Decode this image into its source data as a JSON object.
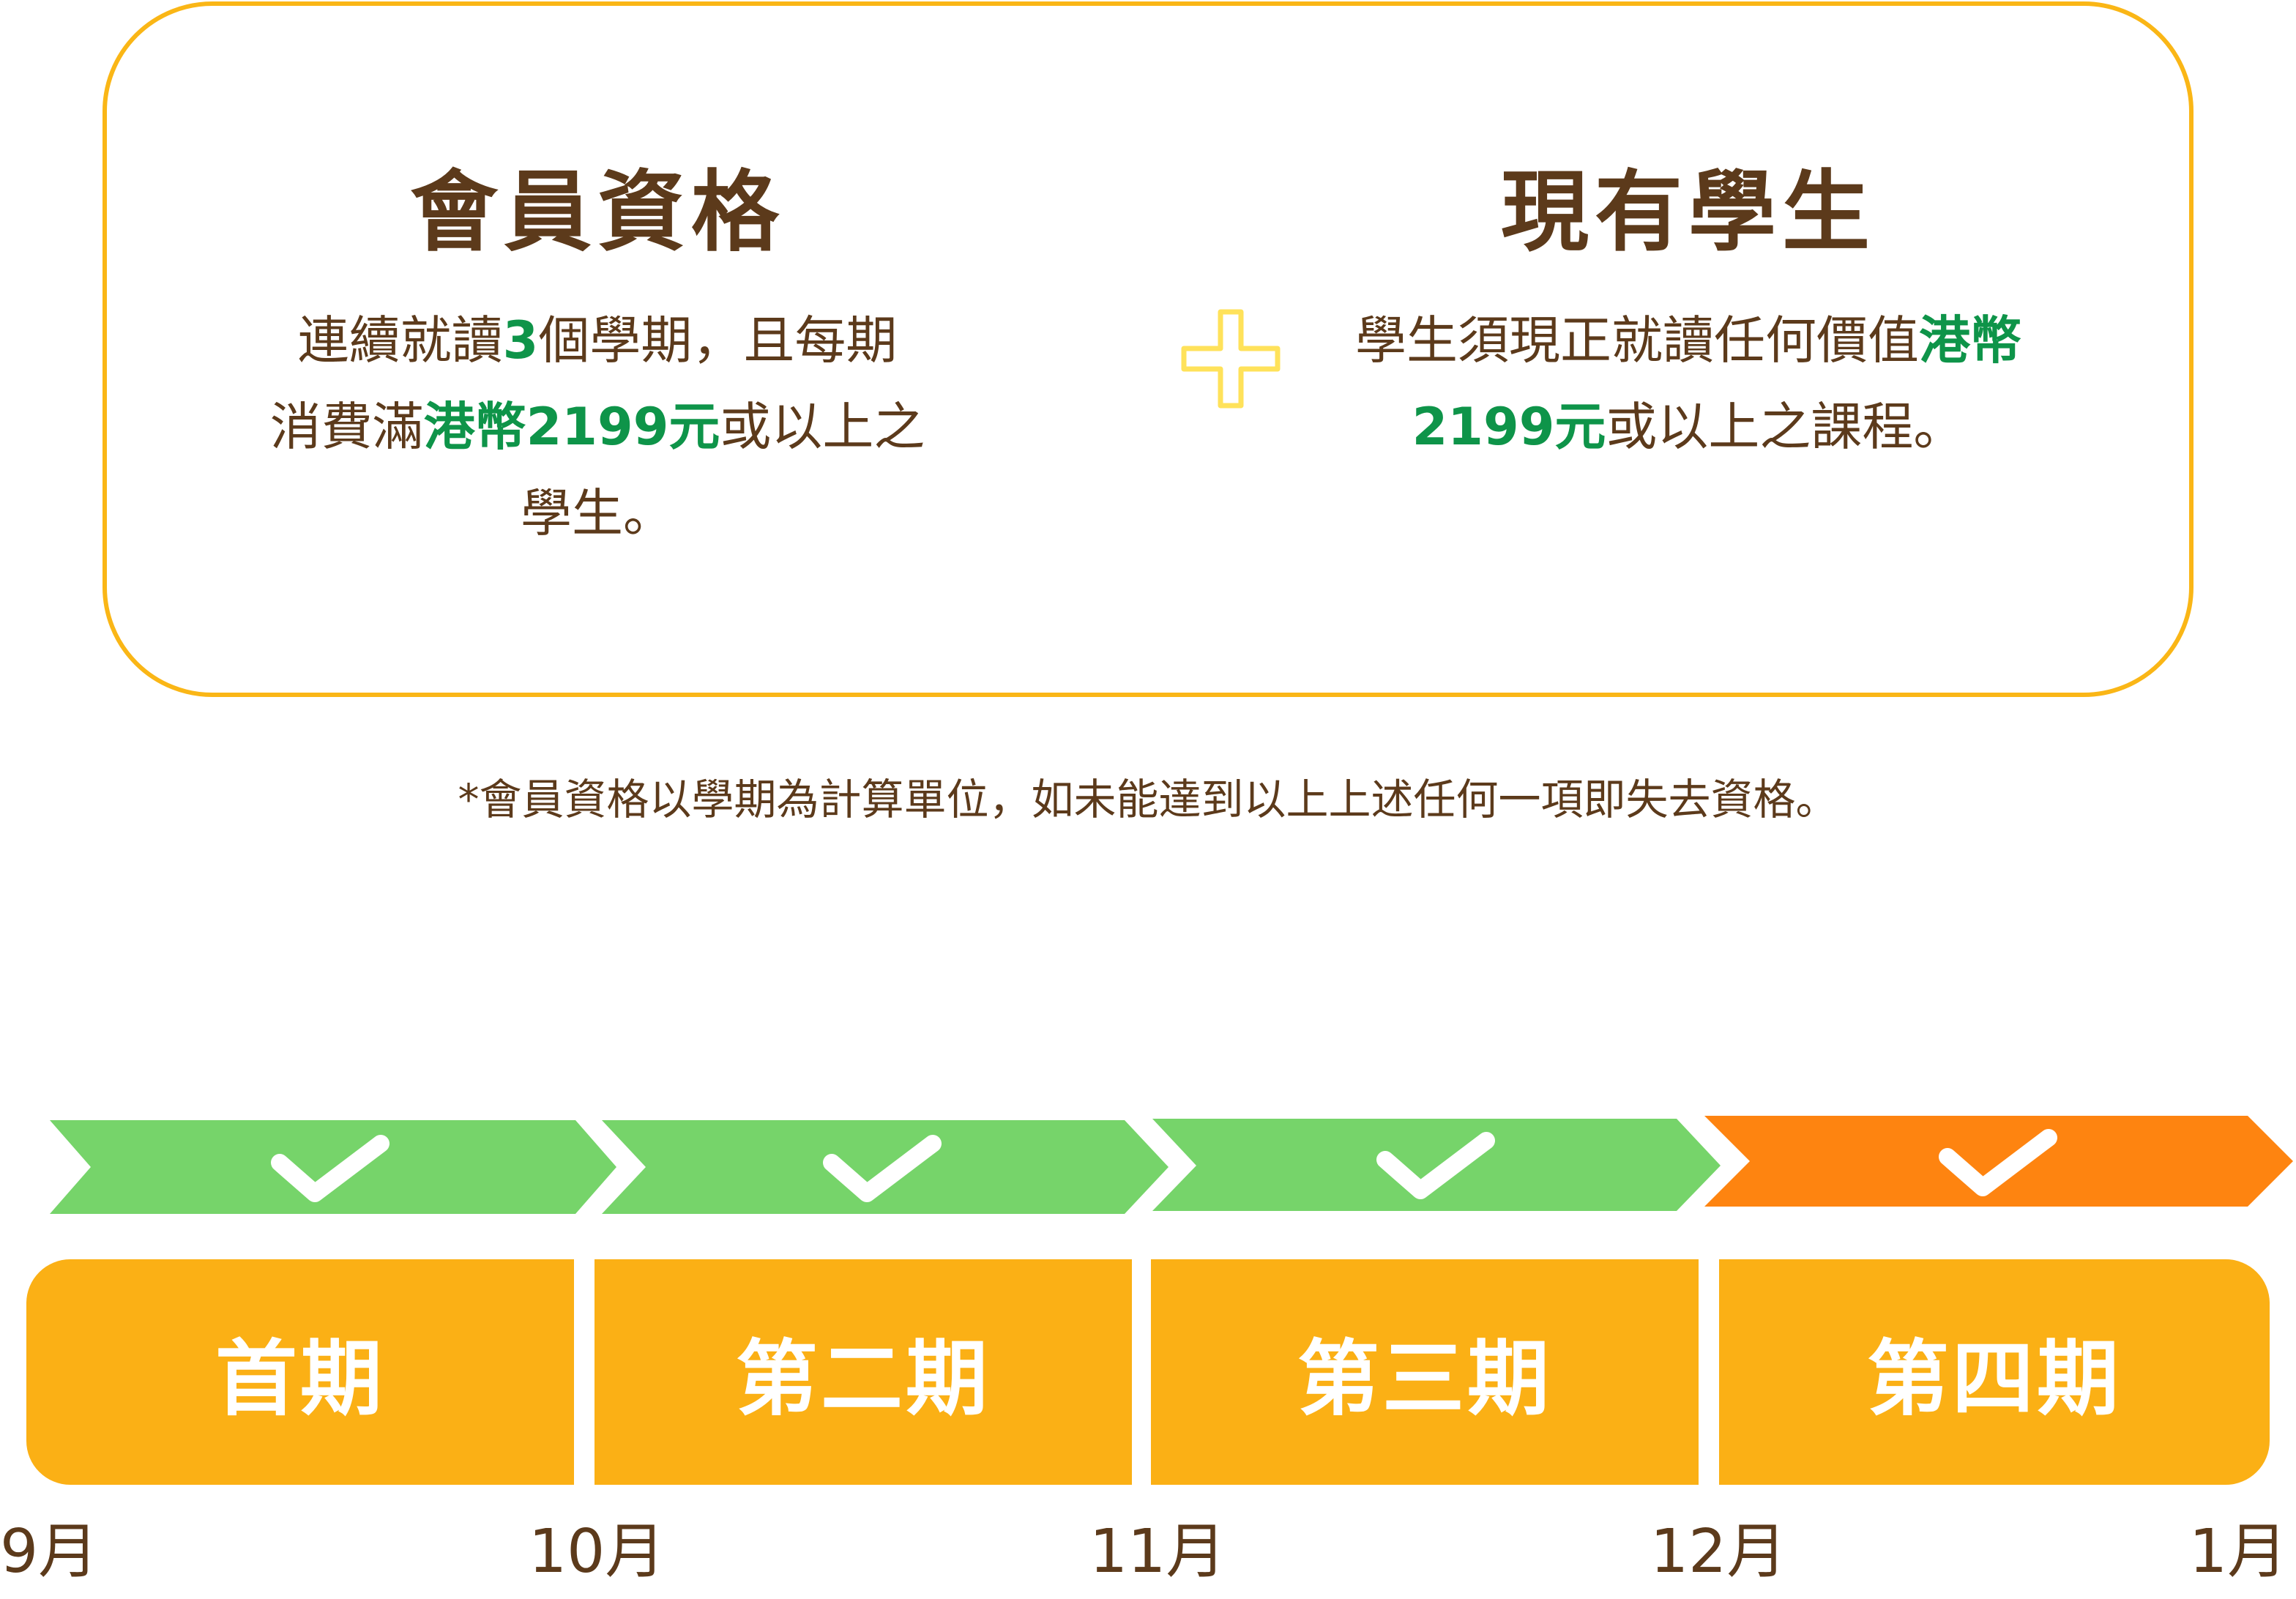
{
  "membership": {
    "title": "會員資格",
    "line1_a": "連續就讀",
    "line1_b": "3",
    "line1_c": "個學期，且每期",
    "line2_a": "消費滿",
    "line2_b": "港幣2199元",
    "line2_c": "或以上之",
    "line3": "學生。"
  },
  "current_student": {
    "title": "現有學生",
    "line1_a": "學生須現正就讀任何價值",
    "line1_b": "港幣",
    "line2_a": "2199元",
    "line2_b": "或以上之課程。"
  },
  "footnote": "*會員資格以學期為計算單位，如未能達到以上上述任何一項即失去資格。",
  "timeline": {
    "phases": [
      "首期",
      "第二期",
      "第三期",
      "第四期"
    ],
    "months": [
      "9月",
      "10月",
      "11月",
      "12月",
      "1月"
    ],
    "arrow_colors": [
      "#76d46a",
      "#76d46a",
      "#76d46a",
      "#fe8410"
    ]
  },
  "colors": {
    "border": "#fab616",
    "text": "#5c3a1b",
    "highlight": "#0e9449",
    "phase_bg": "#fbb015",
    "plus": "#ffe25a"
  },
  "icons": [
    "plus-icon",
    "check-icon"
  ]
}
